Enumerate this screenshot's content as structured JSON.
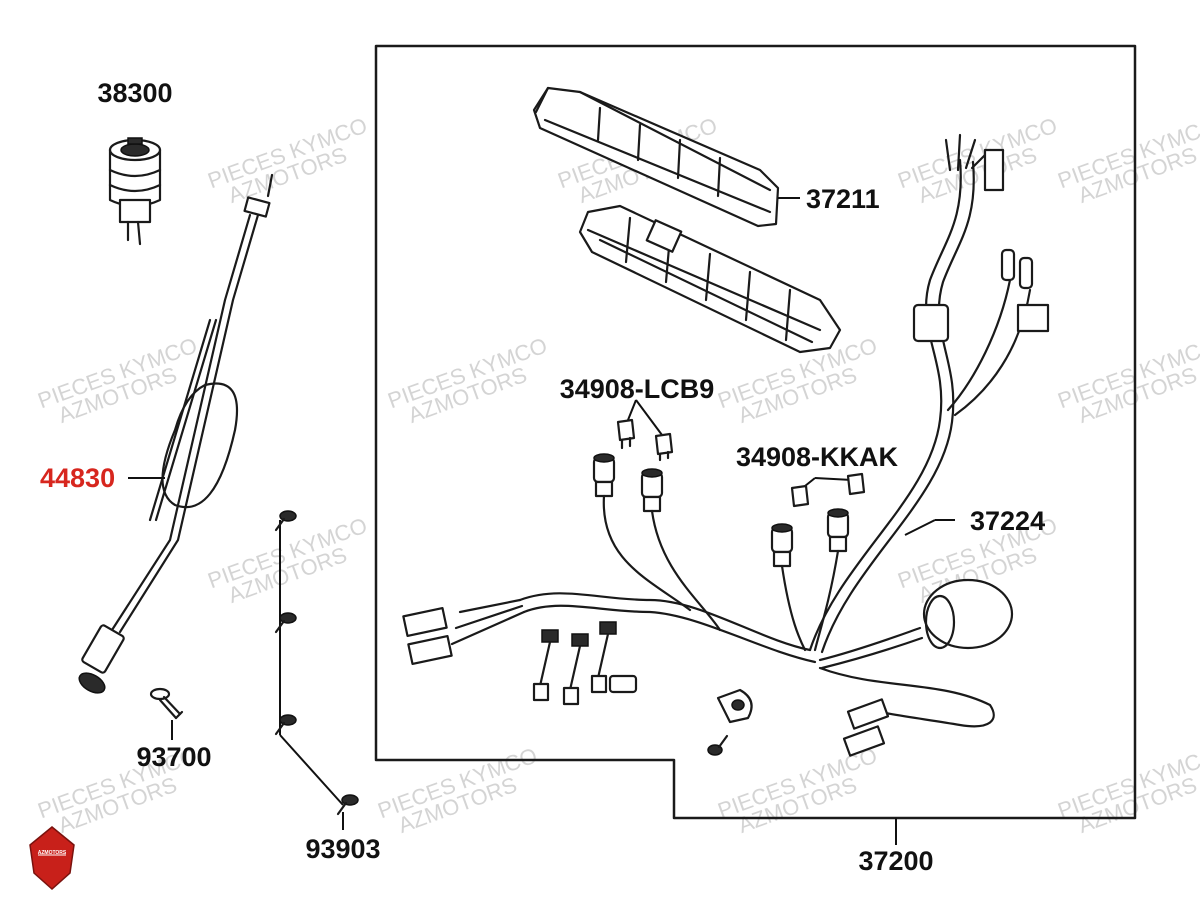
{
  "colors": {
    "highlight": "#d7261e",
    "ink": "#111111",
    "watermark": "#d4d4d4",
    "logo": "#c8201a"
  },
  "watermark": {
    "line1": "PIECES KYMCO",
    "line2": "AZMOTORS"
  },
  "logo": {
    "text": "AZMOTORS"
  },
  "labels": {
    "p38300": "38300",
    "p44830": "44830",
    "p93700": "93700",
    "p93903": "93903",
    "p37211": "37211",
    "p34908_lcb9": "34908-LCB9",
    "p34908_kkak": "34908-KKAK",
    "p37224": "37224",
    "p37200": "37200"
  },
  "highlighted_part": "44830"
}
